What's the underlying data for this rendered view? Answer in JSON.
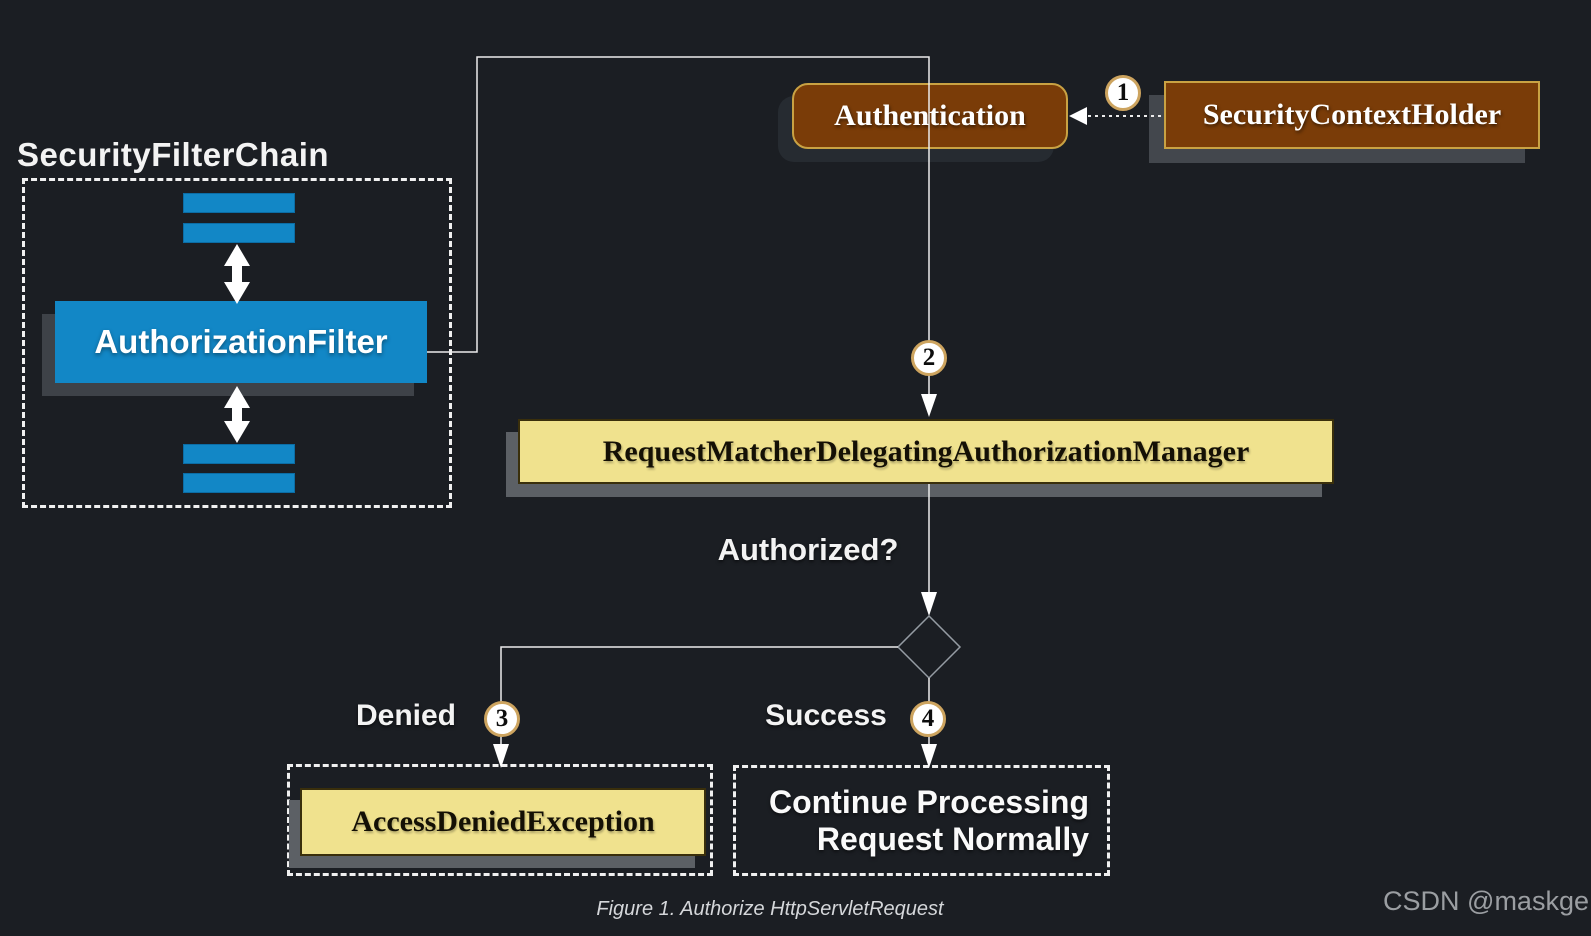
{
  "page": {
    "caption": "Figure 1. Authorize HttpServletRequest",
    "watermark": "CSDN @maskge"
  },
  "filter_chain": {
    "title": "SecurityFilterChain",
    "filter": "AuthorizationFilter"
  },
  "nodes": {
    "authentication": "Authentication",
    "security_context_holder": "SecurityContextHolder",
    "authorization_manager": "RequestMatcherDelegatingAuthorizationManager",
    "access_denied_exception": "AccessDeniedException",
    "continue_line1": "Continue Processing",
    "continue_line2": "Request Normally"
  },
  "labels": {
    "authorized": "Authorized?",
    "denied": "Denied",
    "success": "Success"
  },
  "steps": {
    "s1": "1",
    "s2": "2",
    "s3": "3",
    "s4": "4"
  },
  "colors": {
    "background": "#1b1e23",
    "accent_blue": "#1287c6",
    "node_brown": "#7a3c08",
    "brown_border": "#c9a243",
    "node_yellow": "#f0e28e",
    "connector_line": "#ececec"
  }
}
